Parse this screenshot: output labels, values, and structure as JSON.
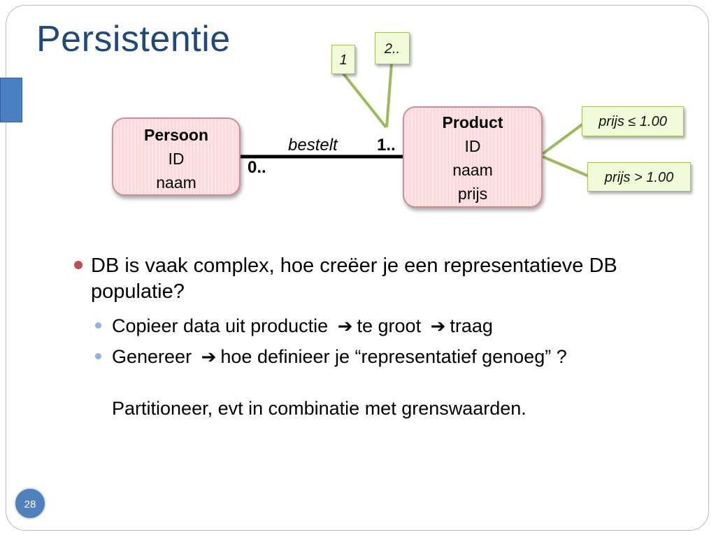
{
  "slide": {
    "title": "Persistentie",
    "page_number": "28"
  },
  "diagram": {
    "persoon": {
      "name": "Persoon",
      "attributes": [
        "ID",
        "naam"
      ]
    },
    "product": {
      "name": "Product",
      "attributes": [
        "ID",
        "naam",
        "prijs"
      ]
    },
    "relationship": {
      "name": "bestelt",
      "cardinality_left": "0..",
      "cardinality_right": "1.."
    },
    "notes": {
      "one": "1",
      "two": "2..",
      "price_low": "prijs ≤ 1.00",
      "price_high": "prijs > 1.00"
    },
    "colors": {
      "entity_fill": "#fbd9dc",
      "entity_border": "#c98f93",
      "note_fill": "#f2fbd9",
      "note_border": "#a3c35a",
      "connector": "#9bbb59"
    }
  },
  "bullets": {
    "main": "DB is vaak complex, hoe creëer je een representatieve DB populatie?",
    "sub1": {
      "part1": "Copieer data uit productie",
      "part2": "te groot",
      "part3": "traag"
    },
    "sub2": {
      "part1": "Genereer",
      "part2": "hoe definieer je “representatief genoeg” ?"
    },
    "extra": "Partitioneer, evt in combinatie met grenswaarden.",
    "arrow_glyph": "➔"
  }
}
